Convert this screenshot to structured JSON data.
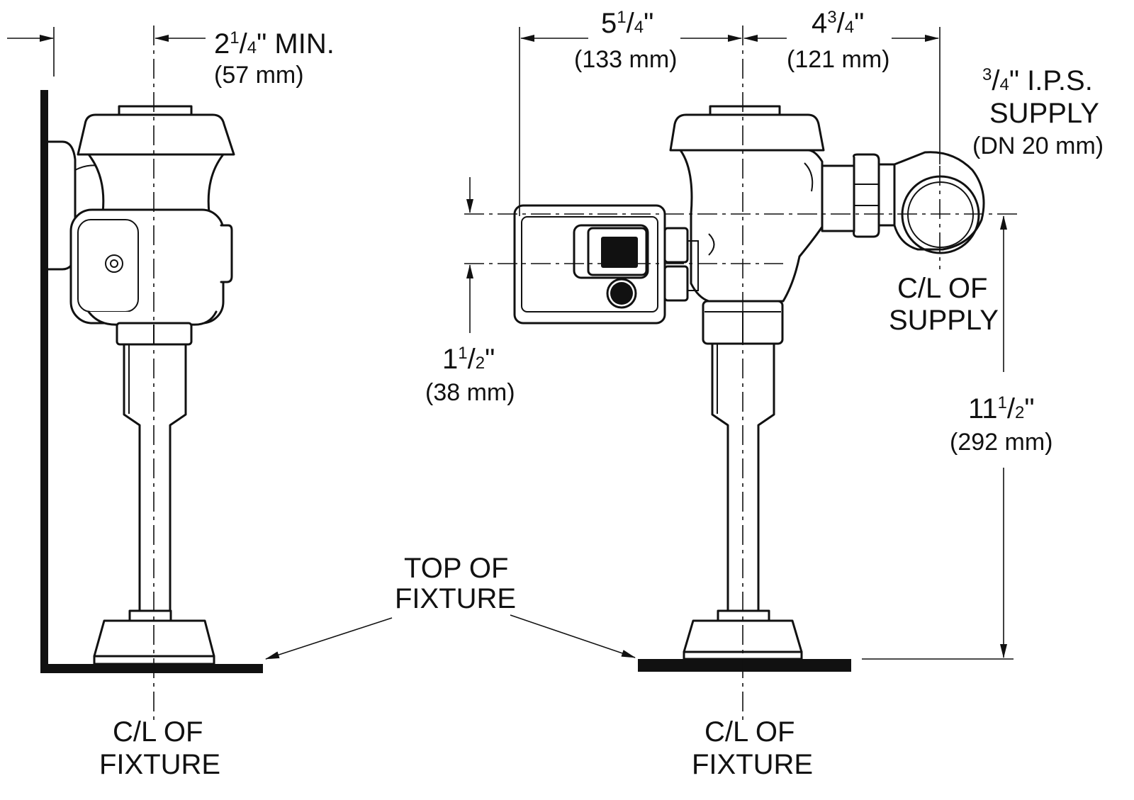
{
  "colors": {
    "ink": "#111111",
    "background": "#ffffff"
  },
  "labels": {
    "min_clearance": {
      "whole": "2",
      "num": "1",
      "den": "4",
      "rest": "\" MIN.",
      "metric": "(57 mm)"
    },
    "width_left": {
      "whole": "5",
      "num": "1",
      "den": "4",
      "rest": "\"",
      "metric": "(133 mm)"
    },
    "width_right": {
      "whole": "4",
      "num": "3",
      "den": "4",
      "rest": "\"",
      "metric": "(121 mm)"
    },
    "supply_size": {
      "num": "3",
      "den": "4",
      "rest": "\" I.P.S.",
      "line2": "SUPPLY",
      "metric": "(DN 20 mm)"
    },
    "sensor_offset": {
      "whole": "1",
      "num": "1",
      "den": "2",
      "rest": "\"",
      "metric": "(38 mm)"
    },
    "supply_height": {
      "whole": "11",
      "num": "1",
      "den": "2",
      "rest": "\"",
      "metric": "(292 mm)"
    },
    "cl_supply": {
      "line1": "C/L OF",
      "line2": "SUPPLY"
    },
    "top_of_fixture": {
      "line1": "TOP OF",
      "line2": "FIXTURE"
    },
    "cl_fixture_left": {
      "line1": "C/L OF",
      "line2": "FIXTURE"
    },
    "cl_fixture_right": {
      "line1": "C/L OF",
      "line2": "FIXTURE"
    }
  }
}
